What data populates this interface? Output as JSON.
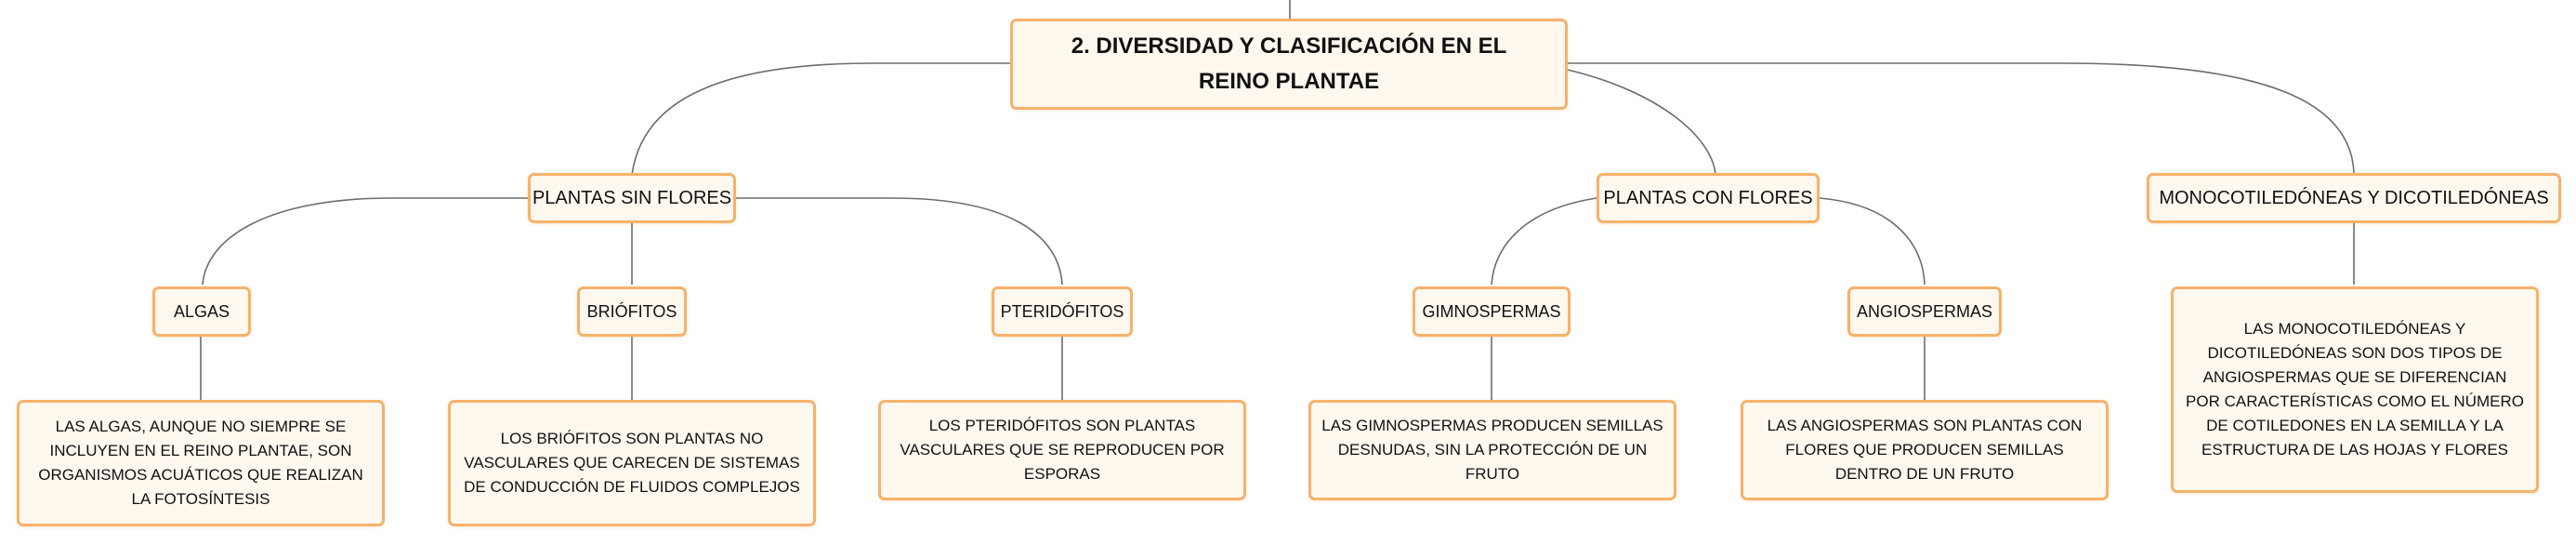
{
  "root": {
    "title": "2. DIVERSIDAD Y CLASIFICACIÓN EN EL REINO PLANTAE"
  },
  "branches": {
    "sin_flores": {
      "label": "PLANTAS SIN FLORES",
      "children": {
        "algas": {
          "label": "ALGAS",
          "desc": "LAS ALGAS, AUNQUE NO SIEMPRE SE INCLUYEN EN EL REINO PLANTAE, SON ORGANISMOS ACUÁTICOS QUE REALIZAN LA FOTOSÍNTESIS"
        },
        "briofitos": {
          "label": "BRIÓFITOS",
          "desc": "LOS BRIÓFITOS SON PLANTAS NO VASCULARES QUE CARECEN DE SISTEMAS DE CONDUCCIÓN DE FLUIDOS COMPLEJOS"
        },
        "pteridofitos": {
          "label": "PTERIDÓFITOS",
          "desc": "LOS PTERIDÓFITOS SON PLANTAS VASCULARES QUE SE REPRODUCEN POR ESPORAS"
        }
      }
    },
    "con_flores": {
      "label": "PLANTAS CON FLORES",
      "children": {
        "gimnospermas": {
          "label": "GIMNOSPERMAS",
          "desc": "LAS GIMNOSPERMAS PRODUCEN SEMILLAS DESNUDAS, SIN LA PROTECCIÓN DE UN FRUTO"
        },
        "angiospermas": {
          "label": "ANGIOSPERMAS",
          "desc": "LAS ANGIOSPERMAS SON PLANTAS CON FLORES QUE PRODUCEN SEMILLAS DENTRO DE UN FRUTO"
        }
      }
    },
    "mono_di": {
      "label": "MONOCOTILEDÓNEAS Y DICOTILEDÓNEAS",
      "desc": "LAS MONOCOTILEDÓNEAS Y DICOTILEDÓNEAS SON DOS TIPOS DE ANGIOSPERMAS QUE SE DIFERENCIAN POR CARACTERÍSTICAS COMO EL NÚMERO DE COTILEDONES EN LA SEMILLA Y LA ESTRUCTURA DE LAS HOJAS Y FLORES"
    }
  }
}
